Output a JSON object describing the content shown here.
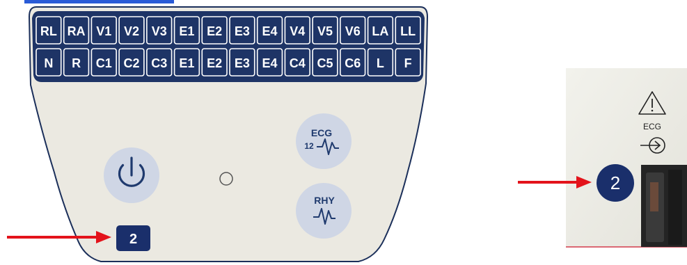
{
  "device_panel": {
    "top_row": [
      "RL",
      "RA",
      "V1",
      "V2",
      "V3",
      "E1",
      "E2",
      "E3",
      "E4",
      "V4",
      "V5",
      "V6",
      "LA",
      "LL"
    ],
    "bottom_row": [
      "N",
      "R",
      "C1",
      "C2",
      "C3",
      "E1",
      "E2",
      "E3",
      "E4",
      "C4",
      "C5",
      "C6",
      "L",
      "F"
    ],
    "ecg_button": {
      "line1": "ECG",
      "line2": "12"
    },
    "rhy_button": {
      "label": "RHY"
    },
    "callout_number": "2"
  },
  "side_photo": {
    "ecg_label": "ECG",
    "callout_number": "2"
  },
  "colors": {
    "panel_fill": "#ebe9e1",
    "panel_border": "#1b2f5a",
    "header_fill": "#1e3466",
    "button_fill": "#cfd6e5",
    "arrow": "#e3131b",
    "badge": "#1a2f6b",
    "title_blue": "#2a5bd7"
  }
}
